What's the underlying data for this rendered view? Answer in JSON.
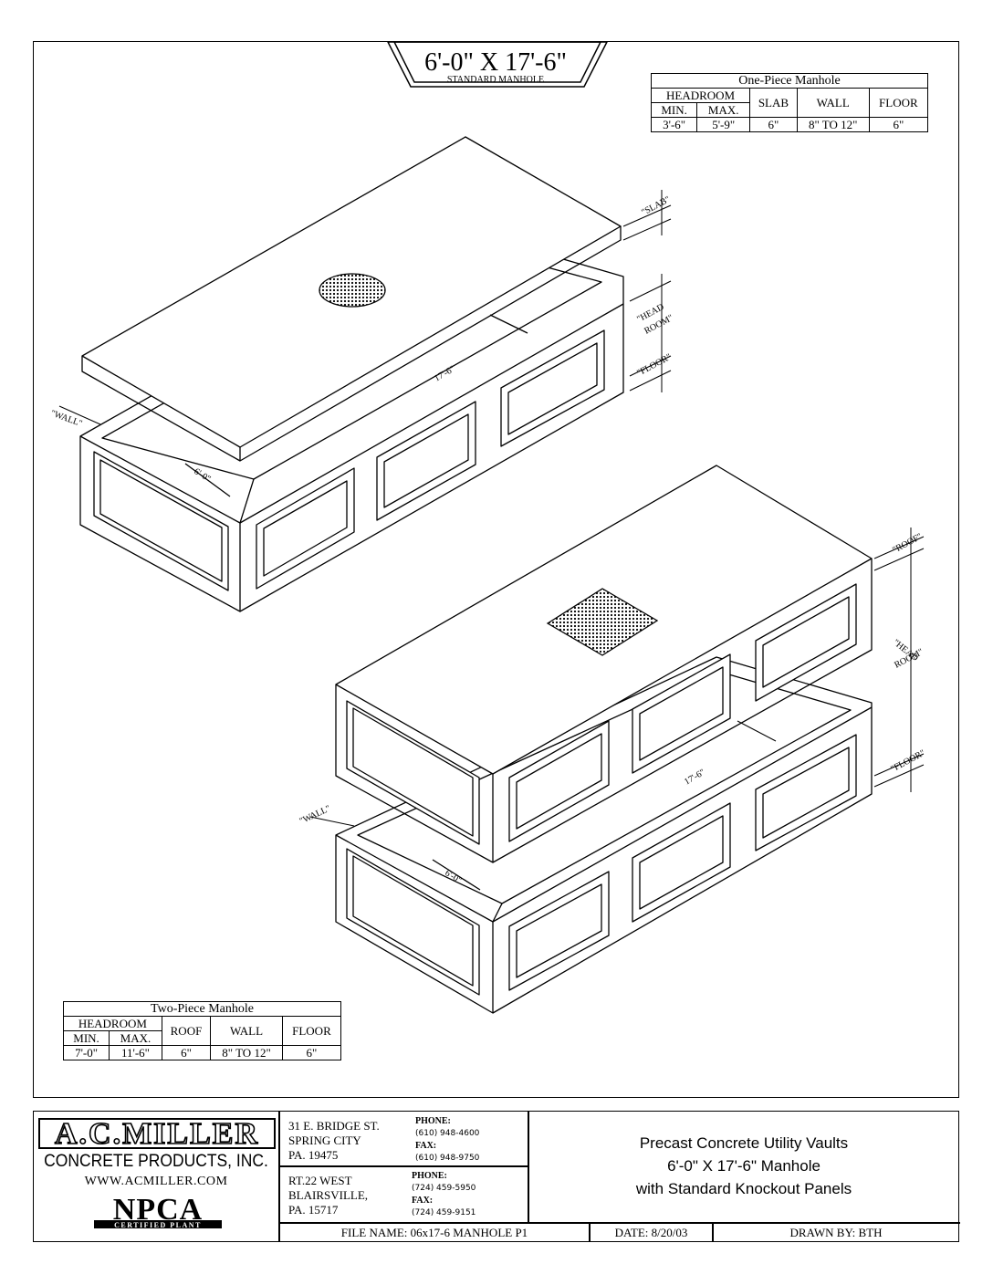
{
  "header": {
    "title": "6'-0\" X 17'-6\"",
    "subtitle": "STANDARD MANHOLE"
  },
  "one_piece_table": {
    "caption": "One-Piece Manhole",
    "headroom": "HEADROOM",
    "min": "MIN.",
    "max": "MAX.",
    "slab": "SLAB",
    "wall": "WALL",
    "floor": "FLOOR",
    "values": {
      "min": "3'-6\"",
      "max": "5'-9\"",
      "slab": "6\"",
      "wall": "8\" TO 12\"",
      "floor": "6\""
    }
  },
  "two_piece_table": {
    "caption": "Two-Piece Manhole",
    "headroom": "HEADROOM",
    "min": "MIN.",
    "max": "MAX.",
    "roof": "ROOF",
    "wall": "WALL",
    "floor": "FLOOR",
    "values": {
      "min": "7'-0\"",
      "max": "11'-6\"",
      "roof": "6\"",
      "wall": "8\" TO 12\"",
      "floor": "6\""
    }
  },
  "drawing_labels": {
    "slab": "\"SLAB\"",
    "head": "\"HEAD",
    "room": "ROOM\"",
    "floor": "\"FLOOR\"",
    "roof": "\"ROOF\"",
    "wall": "\"WALL\"",
    "length": "17'-6\"",
    "width": "6'-0\""
  },
  "title_block": {
    "logo": "A.C.MILLER",
    "company": "CONCRETE PRODUCTS, INC.",
    "website": "WWW.ACMILLER.COM",
    "npca": "NPCA",
    "npca_sub": "CERTIFIED PLANT",
    "office1": {
      "line1": "31 E. BRIDGE ST.",
      "line2": "SPRING CITY",
      "line3": "PA. 19475",
      "phone_label": "PHONE:",
      "phone": "(610) 948-4600",
      "fax_label": "FAX:",
      "fax": "(610) 948-9750"
    },
    "office2": {
      "line1": "RT.22 WEST",
      "line2": "BLAIRSVILLE,",
      "line3": "PA. 15717",
      "phone_label": "PHONE:",
      "phone": "(724) 459-5950",
      "fax_label": "FAX:",
      "fax": "(724) 459-9151"
    },
    "project": [
      "Precast Concrete Utility Vaults",
      "6'-0\" X 17'-6\" Manhole",
      "with Standard Knockout Panels"
    ],
    "file_name": "FILE NAME:  06x17-6 MANHOLE P1",
    "date": "DATE: 8/20/03",
    "drawn_by": "DRAWN BY: BTH"
  }
}
